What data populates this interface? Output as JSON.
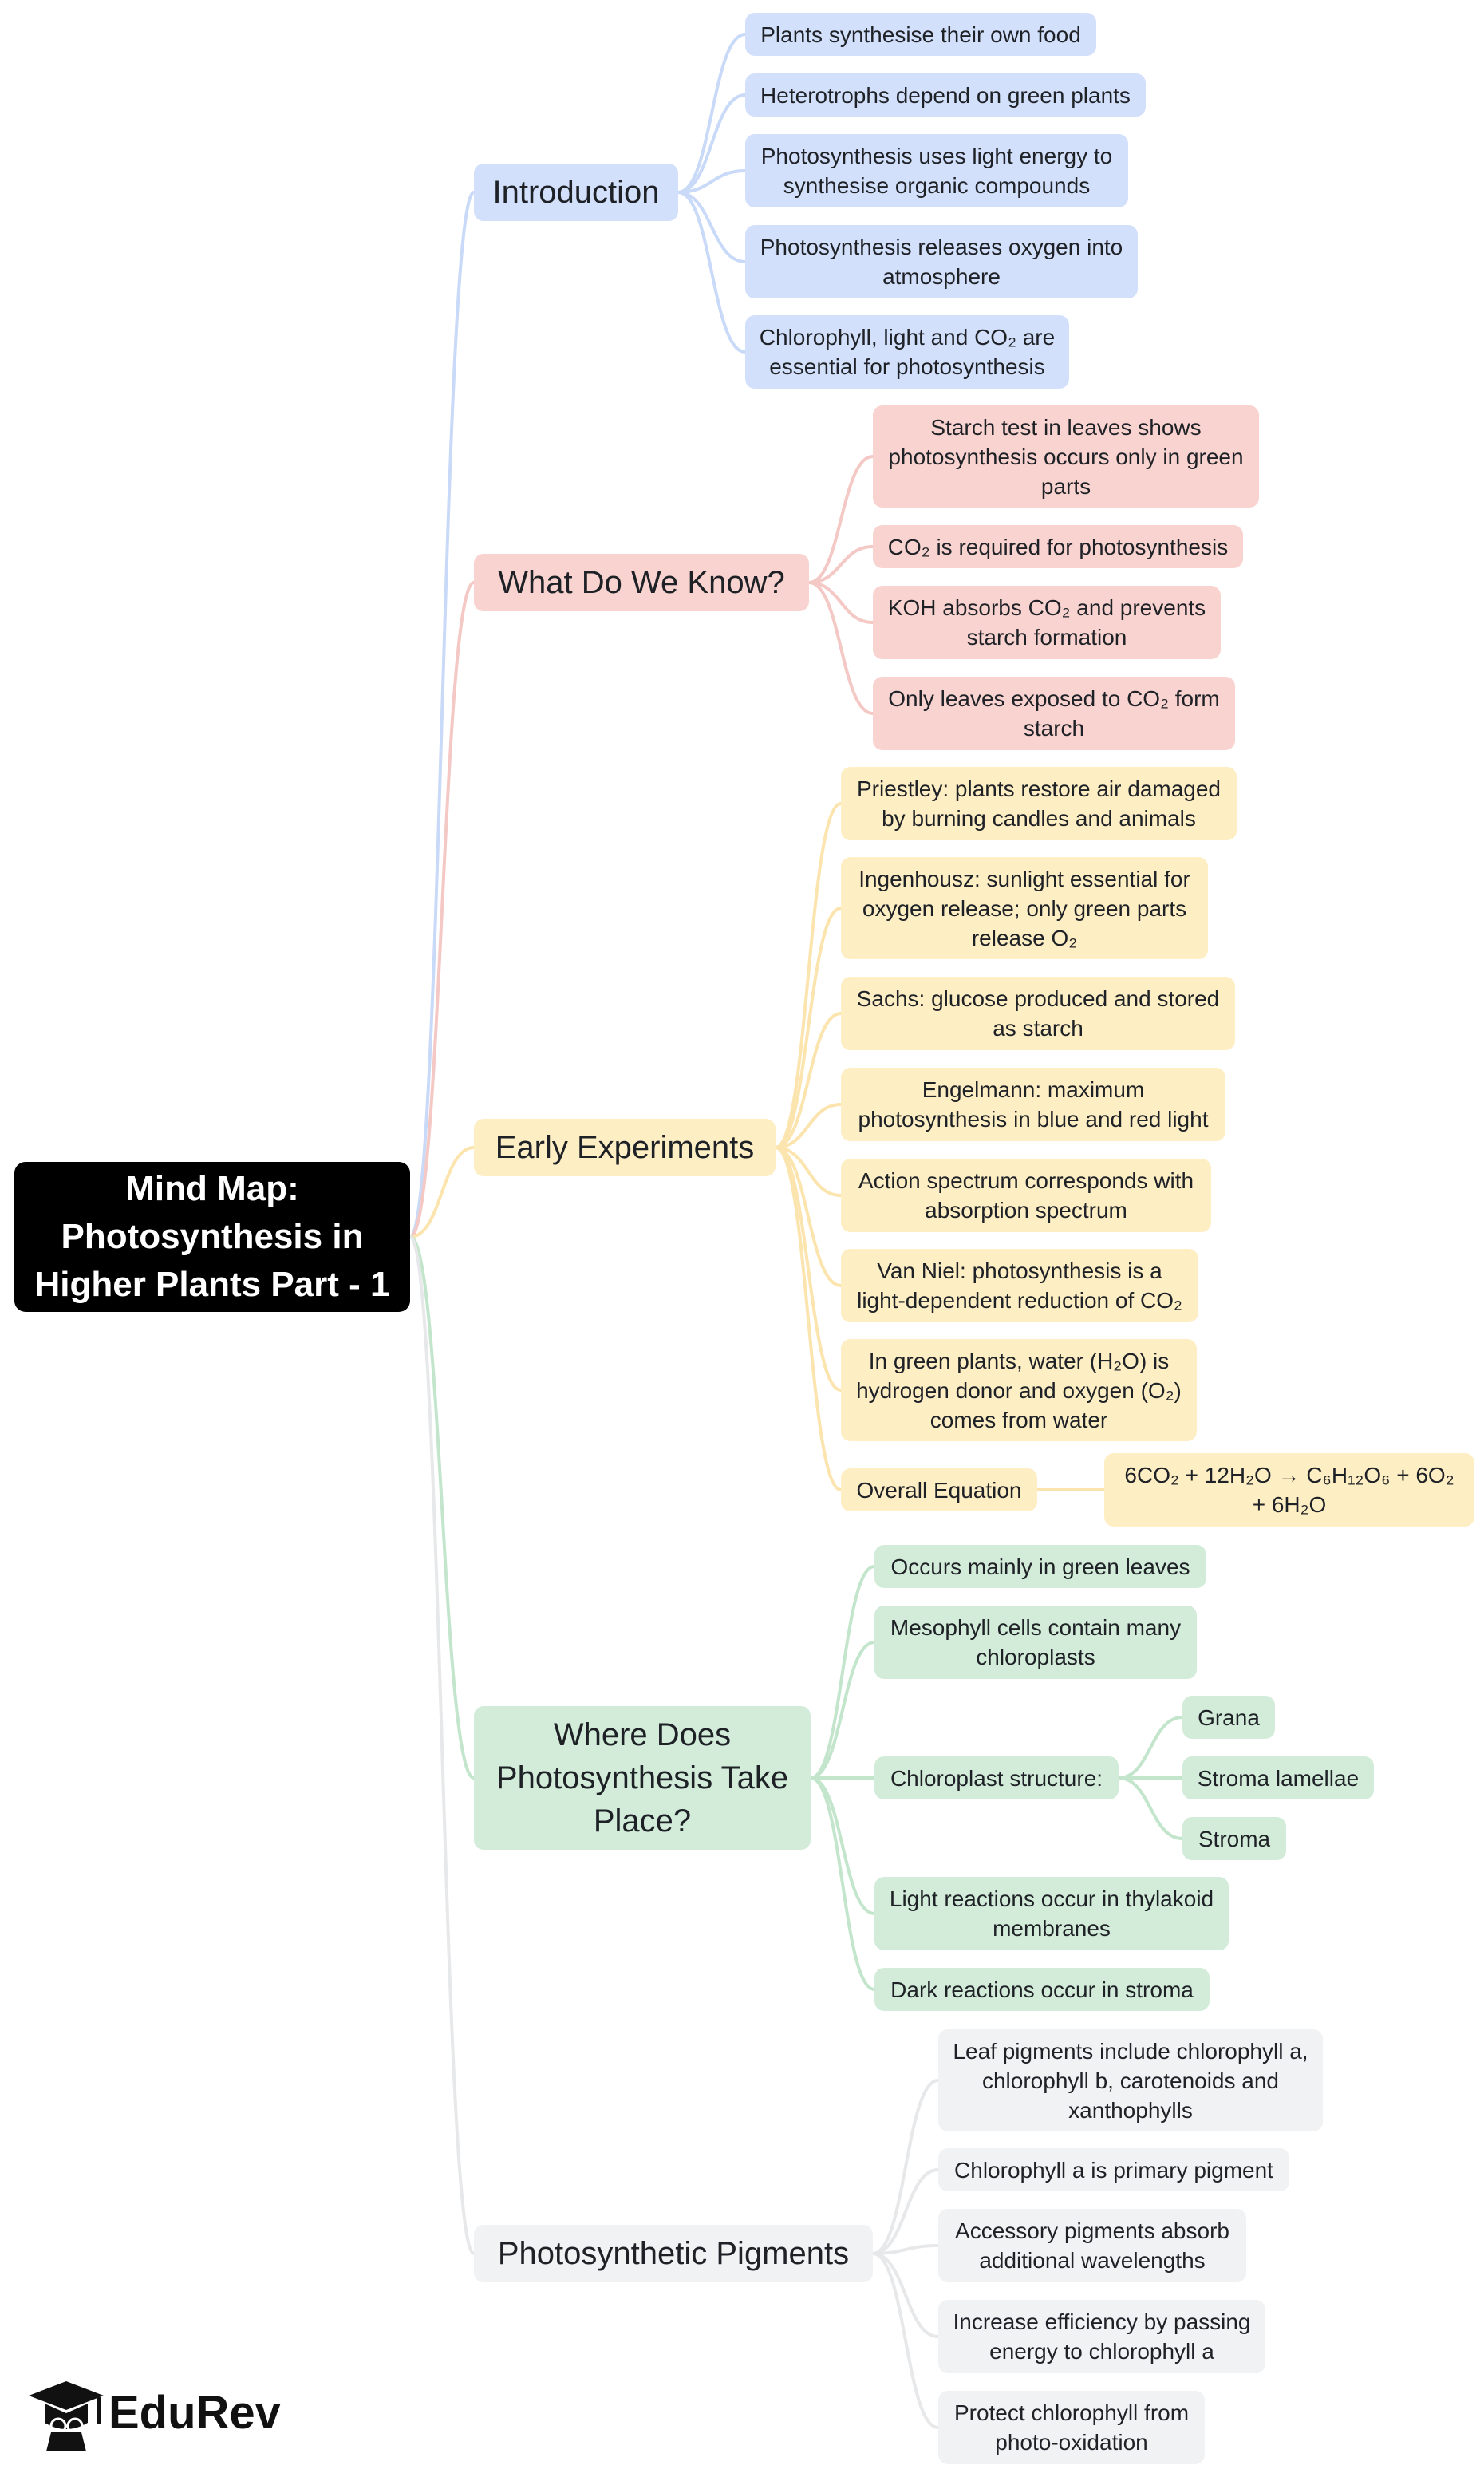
{
  "root": {
    "title": "Mind Map: Photosynthesis in Higher Plants Part - 1"
  },
  "colors": {
    "introduction": "#d3e0fb",
    "what_do_we_know": "#f9d3d0",
    "early_experiments": "#feeec4",
    "where": "#d2ecd9",
    "pigments": "#f1f2f4",
    "root": "#000000"
  },
  "branches": {
    "introduction": {
      "label": "Introduction",
      "items": [
        "Plants synthesise their own food",
        "Heterotrophs depend on green plants",
        "Photosynthesis uses light energy to synthesise organic compounds",
        "Photosynthesis releases oxygen into atmosphere",
        "Chlorophyll, light and CO₂ are essential for photosynthesis"
      ]
    },
    "what_do_we_know": {
      "label": "What Do We Know?",
      "items": [
        "Starch test in leaves shows photosynthesis occurs only in green parts",
        "CO₂ is required for photosynthesis",
        "KOH absorbs CO₂ and prevents starch formation",
        "Only leaves exposed to CO₂ form starch"
      ]
    },
    "early_experiments": {
      "label": "Early Experiments",
      "items": [
        "Priestley: plants restore air damaged by burning candles and animals",
        "Ingenhousz: sunlight essential for oxygen release; only green parts release O₂",
        "Sachs: glucose produced and stored as starch",
        "Engelmann: maximum photosynthesis in blue and red light",
        "Action spectrum corresponds with absorption spectrum",
        "Van Niel: photosynthesis is a light-dependent reduction of CO₂",
        "In green plants, water (H₂O) is hydrogen donor and oxygen (O₂) comes from water",
        "Overall Equation"
      ],
      "equation": "6CO₂ + 12H₂O → C₆H₁₂O₆ + 6O₂ + 6H₂O"
    },
    "where": {
      "label": "Where Does Photosynthesis Take Place?",
      "items": [
        "Occurs mainly in green leaves",
        "Mesophyll cells contain many chloroplasts",
        "Chloroplast structure:",
        "Light reactions occur in thylakoid membranes",
        "Dark reactions occur in stroma"
      ],
      "chloroplast_parts": [
        "Grana",
        "Stroma lamellae",
        "Stroma"
      ]
    },
    "pigments": {
      "label": "Photosynthetic Pigments",
      "items": [
        "Leaf pigments include chlorophyll a, chlorophyll b, carotenoids and xanthophylls",
        "Chlorophyll a is primary pigment",
        "Accessory pigments absorb additional wavelengths",
        "Increase efficiency by passing energy to chlorophyll a",
        "Protect chlorophyll from photo-oxidation"
      ]
    }
  },
  "logo": {
    "text": "EduRev",
    "icon": "graduation-cap-icon"
  }
}
